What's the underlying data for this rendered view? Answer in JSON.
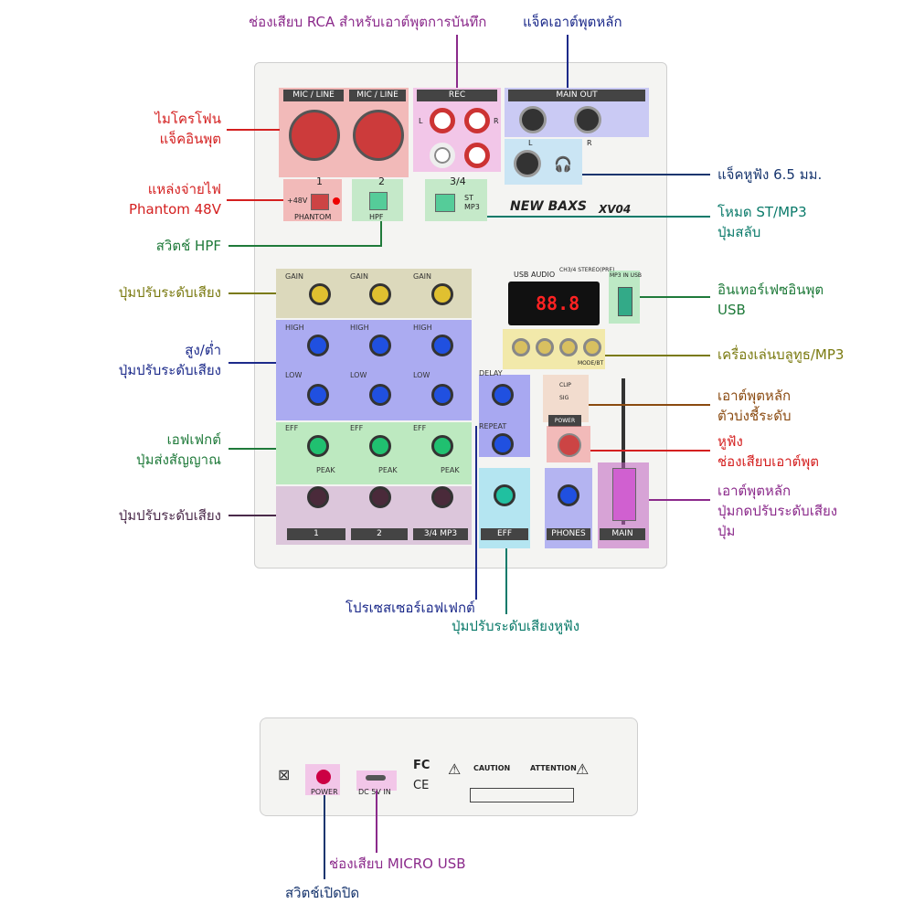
{
  "labels": {
    "rca_rec": "ช่องเสียบ RCA สำหรับเอาต์พุตการบันทึก",
    "main_out_jack": "แจ็คเอาต์พุตหลัก",
    "mic_line_1": "ไมโครโฟน",
    "mic_line_2": "แจ็คอินพุต",
    "phantom_1": "แหล่งจ่ายไฟ",
    "phantom_2": "Phantom 48V",
    "hpf": "สวิตช์ HPF",
    "gain": "ปุ่มปรับระดับเสียง",
    "eq_1": "สูง/ต่ำ",
    "eq_2": "ปุ่มปรับระดับเสียง",
    "eff_1": "เอฟเฟกต์",
    "eff_2": "ปุ่มส่งสัญญาณ",
    "vol": "ปุ่มปรับระดับเสียง",
    "headphone_jack": "แจ็คหูฟัง 6.5 มม.",
    "st_mp3_1": "โหมด ST/MP3",
    "st_mp3_2": "ปุ่มสลับ",
    "usb_1": "อินเทอร์เฟซอินพุต",
    "usb_2": "USB",
    "bt": "เครื่องเล่นบลูทูธ/MP3",
    "meter_1": "เอาต์พุตหลัก",
    "meter_2": "ตัวบ่งชี้ระดับ",
    "phones_1": "หูฟัง",
    "phones_2": "ช่องเสียบเอาต์พุต",
    "main_fader_1": "เอาต์พุตหลัก",
    "main_fader_2": "ปุ่มกดปรับระดับเสียง",
    "main_fader_3": "ปุ่ม",
    "eff_processor": "โปรเซสเซอร์เอฟเฟกต์",
    "phones_vol": "ปุ่มปรับระดับเสียงหูฟัง",
    "micro_usb": "ช่องเสียบ MICRO USB",
    "power_switch": "สวิตช์เปิดปิด"
  },
  "device": {
    "mic_line": "MIC / LINE",
    "rec": "REC",
    "main_out": "MAIN OUT",
    "ch1": "1",
    "ch2": "2",
    "ch34": "3/4",
    "phantom": "PHANTOM",
    "v48": "+48V",
    "hpf": "HPF",
    "st": "ST",
    "mp3": "MP3",
    "brand": "NEW BAXS",
    "model": "XV04",
    "gain": "GAIN",
    "high": "HIGH",
    "low": "LOW",
    "eff": "EFF",
    "peak": "PEAK",
    "delay": "DELAY",
    "repeat": "REPEAT",
    "strip_1": "1",
    "strip_2": "2",
    "strip_34": "3/4 MP3",
    "eff_tag": "EFF",
    "phones_tag": "PHONES",
    "main_tag": "MAIN",
    "usb_audio": "USB AUDIO",
    "ch34_stereo": "CH3/4 STEREO(PRE)",
    "display": "88.8",
    "mode_bt": "MODE/BT",
    "clip": "CLIP",
    "sig": "SIG",
    "power_led": "POWER",
    "mp3_in_usb": "MP3 IN USB",
    "power": "POWER",
    "dc5v": "DC 5V IN",
    "fc": "FC",
    "ce": "CE",
    "caution": "CAUTION",
    "attention": "ATTENTION",
    "l": "L",
    "r": "R"
  },
  "colors": {
    "red": "#d42020",
    "purple": "#8b2a8b",
    "teal": "#0a7a6a",
    "olive": "#7a7a10",
    "navy": "#1c2a8a",
    "green": "#1f7a3a",
    "brown": "#8a4a10",
    "darkblue": "#17356e"
  }
}
